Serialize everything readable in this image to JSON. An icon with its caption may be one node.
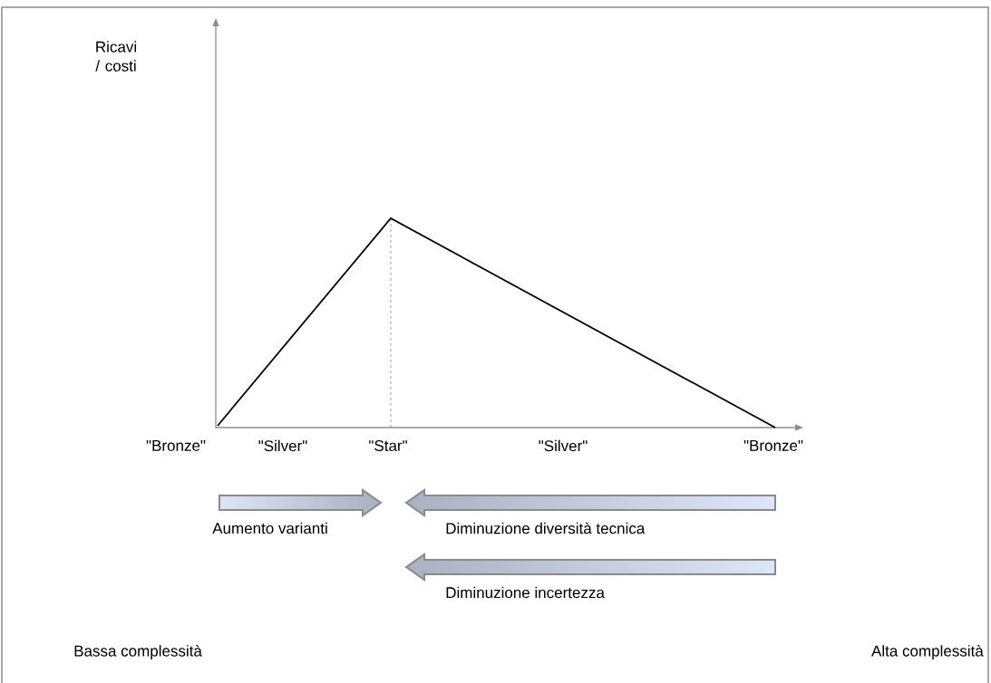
{
  "diagram": {
    "labels": [
      "Ricavi / costi",
      "\"Bronze\"",
      "\"Silver\"",
      "\"Star\"",
      "\"Silver\"",
      "\"Bronze\"",
      "Aumento varianti",
      "Diminuzione diversità tecnica",
      "Diminuzione incertezza",
      "Bassa complessità",
      "Alta complessità"
    ]
  }
}
